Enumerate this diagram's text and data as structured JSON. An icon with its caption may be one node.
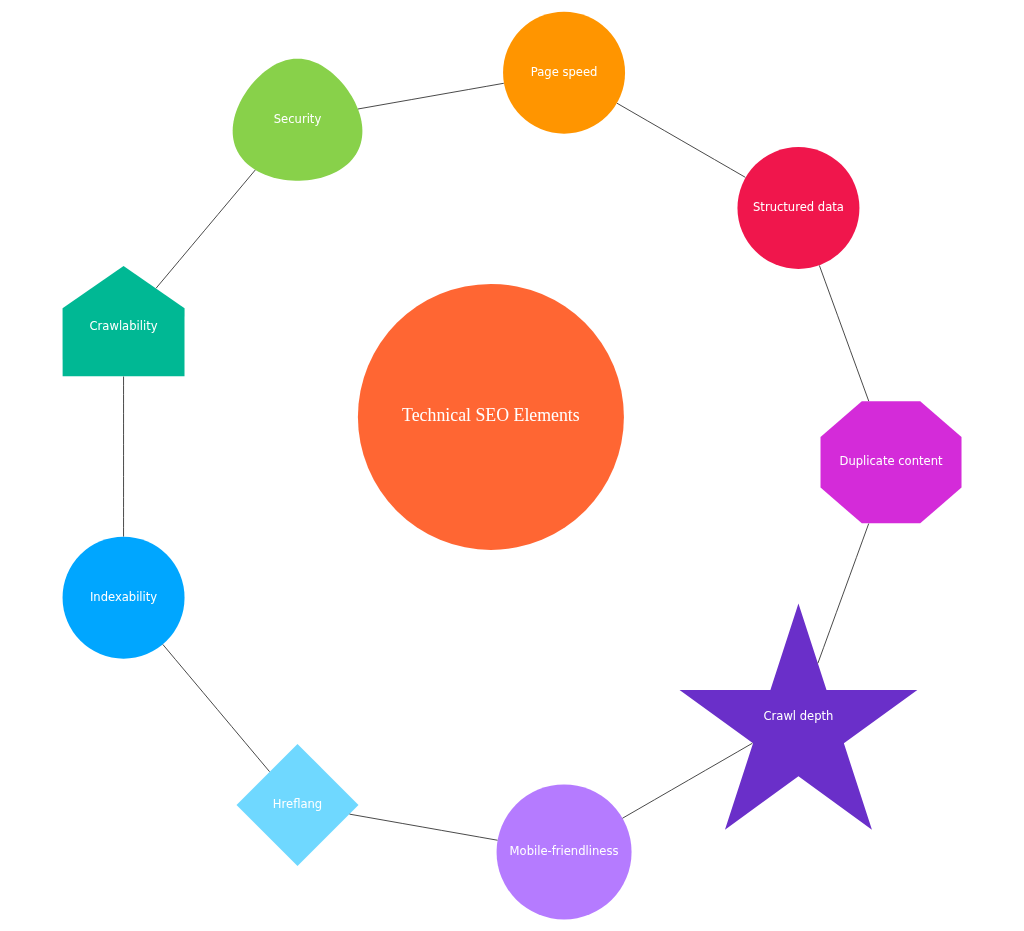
{
  "diagram": {
    "nodes": [
      {
        "text": [
          "Technical SEO Elements"
        ]
      },
      {
        "text": [
          "Crawl depth"
        ]
      },
      {
        "text": [
          "Mobile-friendliness"
        ]
      },
      {
        "text": [
          "Hreflang"
        ]
      },
      {
        "text": [
          "Indexability"
        ]
      },
      {
        "text": [
          "Crawlability"
        ]
      },
      {
        "text": [
          "Security"
        ]
      },
      {
        "text": [
          "Page speed"
        ]
      },
      {
        "text": [
          "Structured data"
        ]
      },
      {
        "text": [
          "Duplicate content"
        ]
      }
    ],
    "edges": [
      {
        "from": 1,
        "to": 2,
        "arrow": "none"
      },
      {
        "from": 2,
        "to": 3,
        "arrow": "none"
      },
      {
        "from": 3,
        "to": 4,
        "arrow": "none"
      },
      {
        "from": 4,
        "to": 5,
        "arrow": "none"
      },
      {
        "from": 5,
        "to": 6,
        "arrow": "none"
      },
      {
        "from": 6,
        "to": 7,
        "arrow": "none"
      },
      {
        "from": 7,
        "to": 8,
        "arrow": "none"
      },
      {
        "from": 8,
        "to": 9,
        "arrow": "none"
      },
      {
        "from": 9,
        "to": 1,
        "arrow": "none"
      }
    ]
  }
}
